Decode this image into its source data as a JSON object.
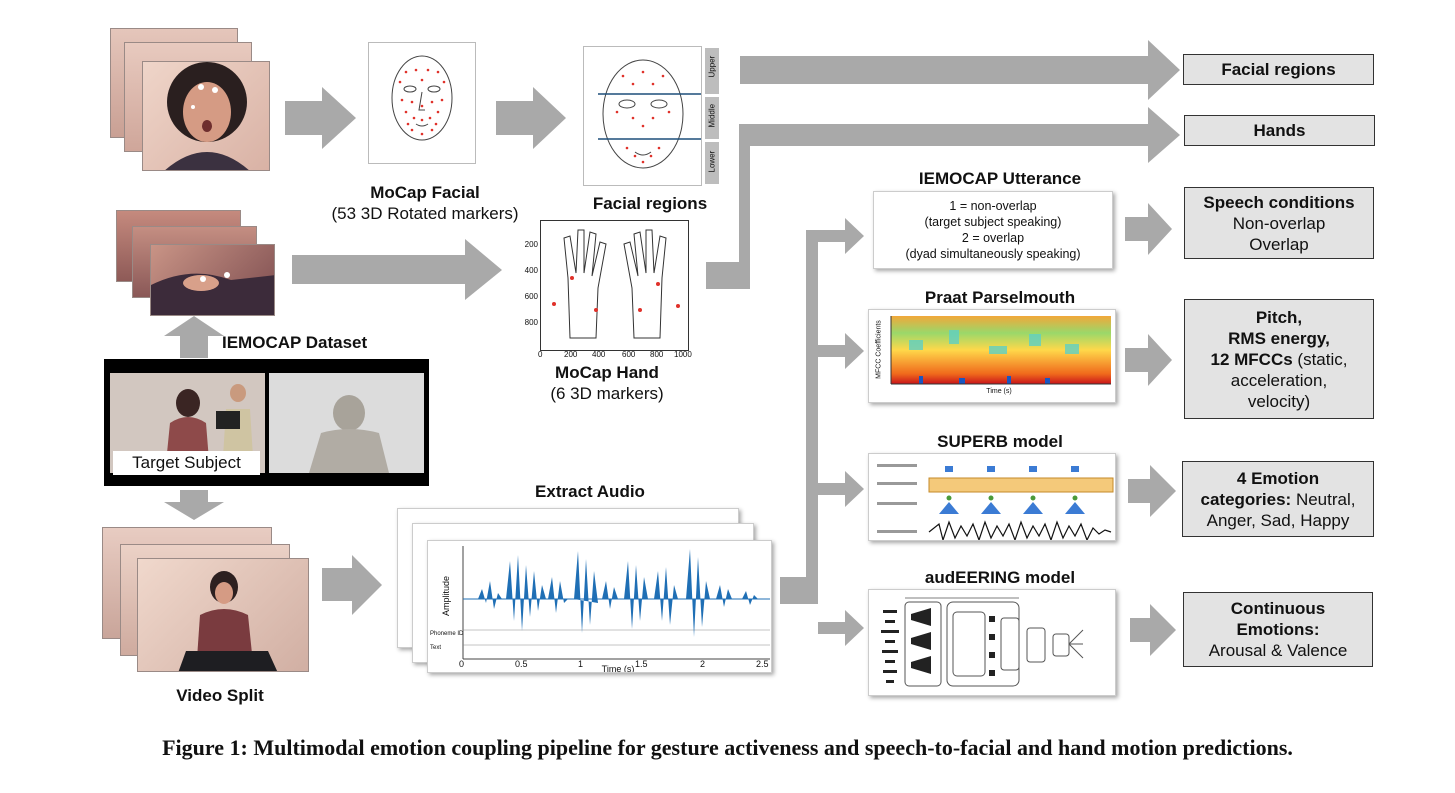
{
  "caption": "Figure 1: Multimodal emotion coupling pipeline for gesture activeness and speech-to-facial and hand motion predictions.",
  "mocap_facial": {
    "title": "MoCap Facial",
    "subtitle": "(53 3D Rotated markers)"
  },
  "facial_regions_panel": {
    "title": "Facial regions",
    "bands": [
      "Upper",
      "Middle",
      "Lower"
    ]
  },
  "mocap_hand": {
    "title": "MoCap Hand",
    "subtitle": "(6 3D markers)",
    "y_ticks": [
      "200",
      "400",
      "600",
      "800"
    ],
    "x_ticks": [
      "0",
      "200",
      "400",
      "600",
      "800",
      "1000"
    ]
  },
  "dataset": {
    "title": "IEMOCAP Dataset",
    "target_label": "Target Subject"
  },
  "video_split": {
    "title": "Video Split"
  },
  "extract_audio": {
    "title": "Extract Audio",
    "ylabel": "Amplitude",
    "xlabel": "Time (s)",
    "x_ticks": [
      "0",
      "0.5",
      "1",
      "1.5",
      "2",
      "2.5"
    ],
    "row_labels": [
      "Phoneme ID",
      "Text"
    ]
  },
  "iemocap_utterance": {
    "title": "IEMOCAP Utterance",
    "lines": [
      "1 = non-overlap",
      "(target subject speaking)",
      "2 = overlap",
      "(dyad simultaneously speaking)"
    ]
  },
  "praat": {
    "title": "Praat Parselmouth",
    "ylabel": "MFCC Coefficients",
    "xlabel": "Time (s)"
  },
  "superb": {
    "title": "SUPERB model"
  },
  "audeering": {
    "title": "audEERING model"
  },
  "outputs": {
    "facial_regions": "Facial regions",
    "hands": "Hands",
    "speech_conditions": {
      "title": "Speech conditions",
      "line1": "Non-overlap",
      "line2": "Overlap"
    },
    "acoustic": {
      "line1": "Pitch,",
      "line2": "RMS energy,",
      "line3_bold": "12 MFCCs",
      "line3_rest": " (static,",
      "line4": "acceleration,",
      "line5": "velocity)"
    },
    "emotion_categories": {
      "bold1": "4 Emotion",
      "bold2": "categories:",
      "rest2": " Neutral,",
      "line3": "Anger, Sad, Happy"
    },
    "continuous": {
      "title1": "Continuous",
      "title2": "Emotions:",
      "line3": "Arousal & Valence"
    }
  },
  "colors": {
    "arrow": "#a9a9a9",
    "box_fill": "#e3e3e3",
    "waveform": "#1f6fb5",
    "marker": "#e0312a"
  }
}
